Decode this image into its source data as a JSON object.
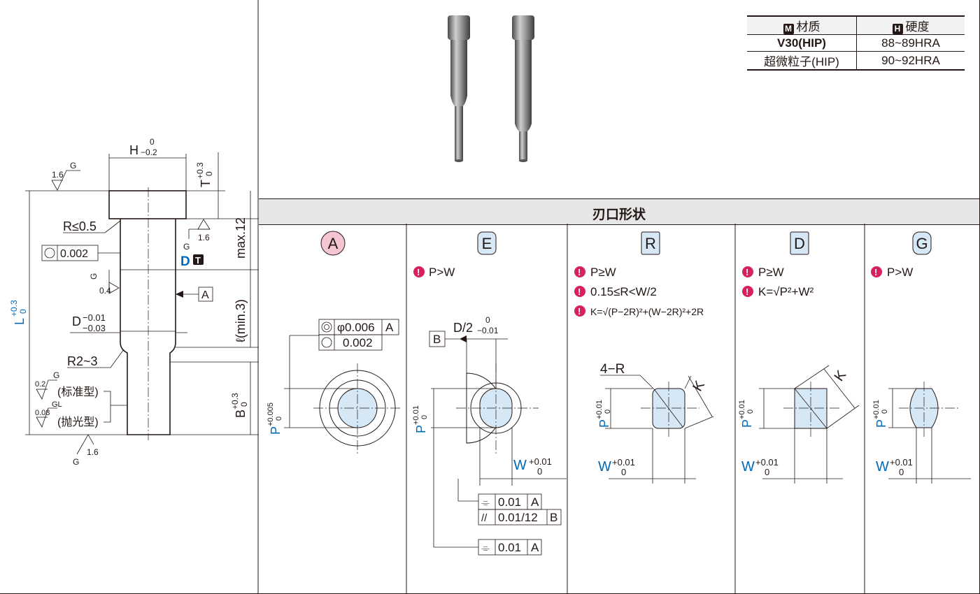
{
  "material_table": {
    "head_material": "材质",
    "head_hardness": "硬度",
    "head_material_badge": "M",
    "head_hardness_badge": "H",
    "rows": [
      {
        "material": "V30(HIP)",
        "hardness": "88~89HRA"
      },
      {
        "material": "超微粒子(HIP)",
        "hardness": "90~92HRA"
      }
    ]
  },
  "section_title": "刃口形状",
  "main_drawing": {
    "H_label": "H",
    "H_tol_upper": "0",
    "H_tol_lower": "−0.2",
    "T_label": "T",
    "T_tol_upper": "+0.3",
    "T_tol_lower": "0",
    "max12": "max.12",
    "R05": "R≤0.5",
    "circ_0002": "0.002",
    "D_label": "D",
    "T_badge": "T",
    "datum_A": "A",
    "L_label": "L",
    "L_tol_upper": "+0.3",
    "L_tol_lower": "0",
    "D_main": "D",
    "D_tol_upper": "−0.01",
    "D_tol_lower": "−0.03",
    "ell_min3": "ℓ(min.3)",
    "R2_3": "R2~3",
    "B_label": "B",
    "B_tol_upper": "+0.3",
    "B_tol_lower": "0",
    "G": "G",
    "GL": "GL",
    "r16": "1.6",
    "r04": "0.4",
    "r02": "0.2",
    "r008": "0.08",
    "standard": "(标准型)",
    "polished": "(抛光型)"
  },
  "shapes": [
    {
      "code": "A",
      "notes": []
    },
    {
      "code": "E",
      "notes": [
        "P>W"
      ]
    },
    {
      "code": "R",
      "notes": [
        "P≥W",
        "0.15≤R<W/2",
        "K=√(P−2R)²+(W−2R)²+2R"
      ]
    },
    {
      "code": "D",
      "notes": [
        "P≥W",
        "K=√P²+W²"
      ]
    },
    {
      "code": "G",
      "notes": [
        "P>W"
      ]
    }
  ],
  "shape_labels": {
    "P": "P",
    "P_tol_upper_005": "+0.005",
    "P_tol_upper_01": "+0.01",
    "P_tol_lower": "0",
    "W": "W",
    "W_tol_upper": "+0.01",
    "W_tol_lower": "0",
    "A_conc": "φ0.006",
    "A_datum": "A",
    "A_circ": "0.002",
    "E_D2": "D/2",
    "E_D2_upper": "0",
    "E_D2_lower": "−0.01",
    "E_datum_B": "B",
    "E_sym1": "0.01",
    "E_sym1_datum": "A",
    "E_par": "0.01/12",
    "E_par_datum": "B",
    "E_sym2": "0.01",
    "E_sym2_datum": "A",
    "R_4R": "4−R",
    "R_K": "K",
    "D_K": "K"
  }
}
